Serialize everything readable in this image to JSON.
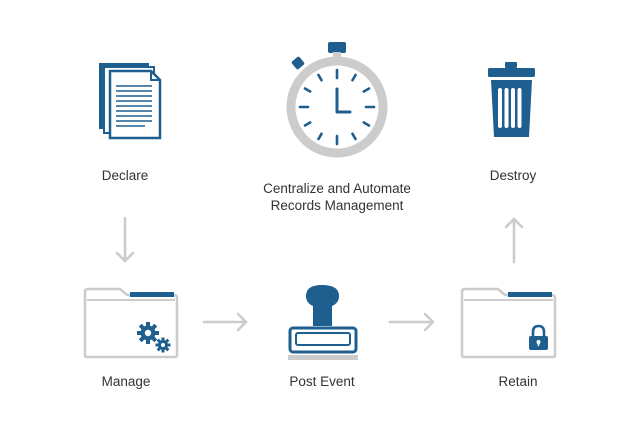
{
  "colors": {
    "primary": "#1f5f8f",
    "gray": "#cccccc",
    "text": "#333333",
    "background": "#ffffff"
  },
  "steps": {
    "declare": {
      "label": "Declare",
      "icon": "document-stack-icon"
    },
    "center": {
      "line1": "Centralize and Automate",
      "line2": "Records Management",
      "icon": "stopwatch-icon"
    },
    "destroy": {
      "label": "Destroy",
      "icon": "trash-can-icon"
    },
    "manage": {
      "label": "Manage",
      "icon": "folder-gears-icon"
    },
    "post_event": {
      "label": "Post Event",
      "icon": "stamp-icon"
    },
    "retain": {
      "label": "Retain",
      "icon": "folder-lock-icon"
    }
  },
  "flow": [
    "declare",
    "manage",
    "post_event",
    "retain",
    "destroy"
  ]
}
